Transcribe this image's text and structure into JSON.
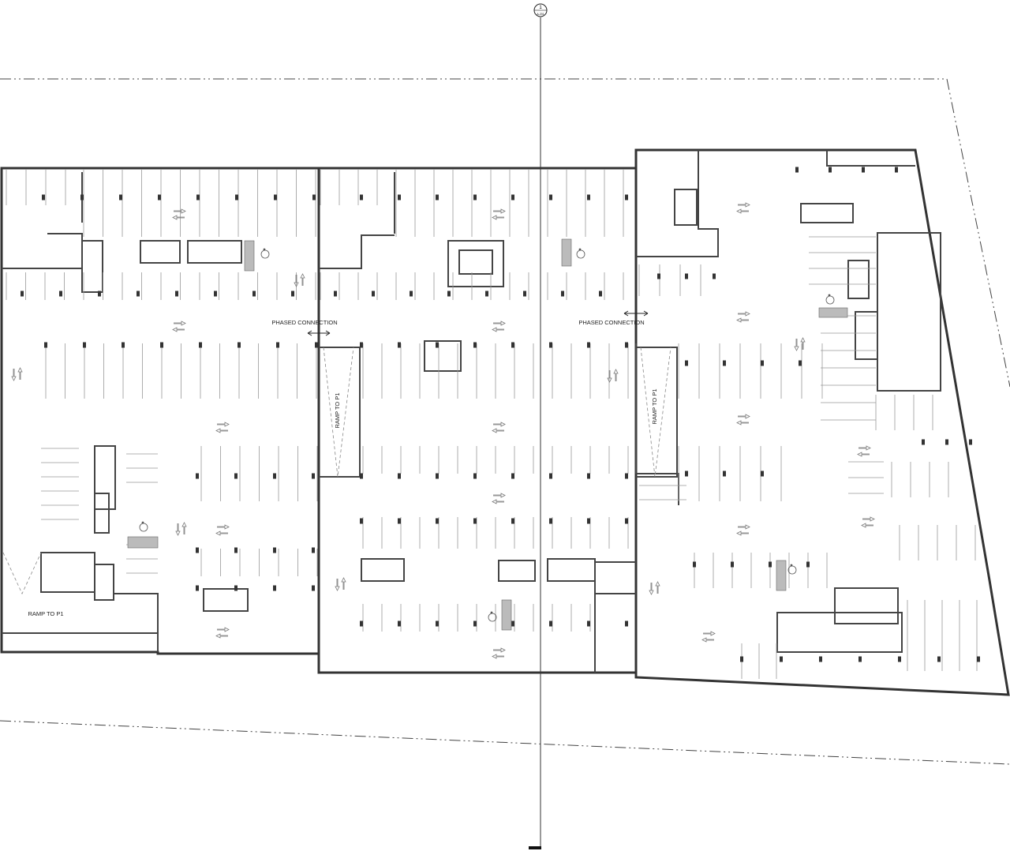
{
  "section_marker": {
    "number": "1",
    "sheet": "A-201"
  },
  "labels": {
    "phased_connection_left": "PHASED CONNECTION",
    "phased_connection_right": "PHASED CONNECTION",
    "ramp_center": "RAMP TO P1",
    "ramp_right": "RAMP TO P1",
    "ramp_bottom_left": "RAMP TO P1"
  },
  "symbols": {
    "accessible": "accessible-parking-icon",
    "traffic_arrow": "traffic-arrow-icon",
    "column": "structural-column",
    "door": "door-swing-icon"
  },
  "colors": {
    "line": "#333333",
    "stall": "#999999",
    "paper": "#ffffff"
  }
}
